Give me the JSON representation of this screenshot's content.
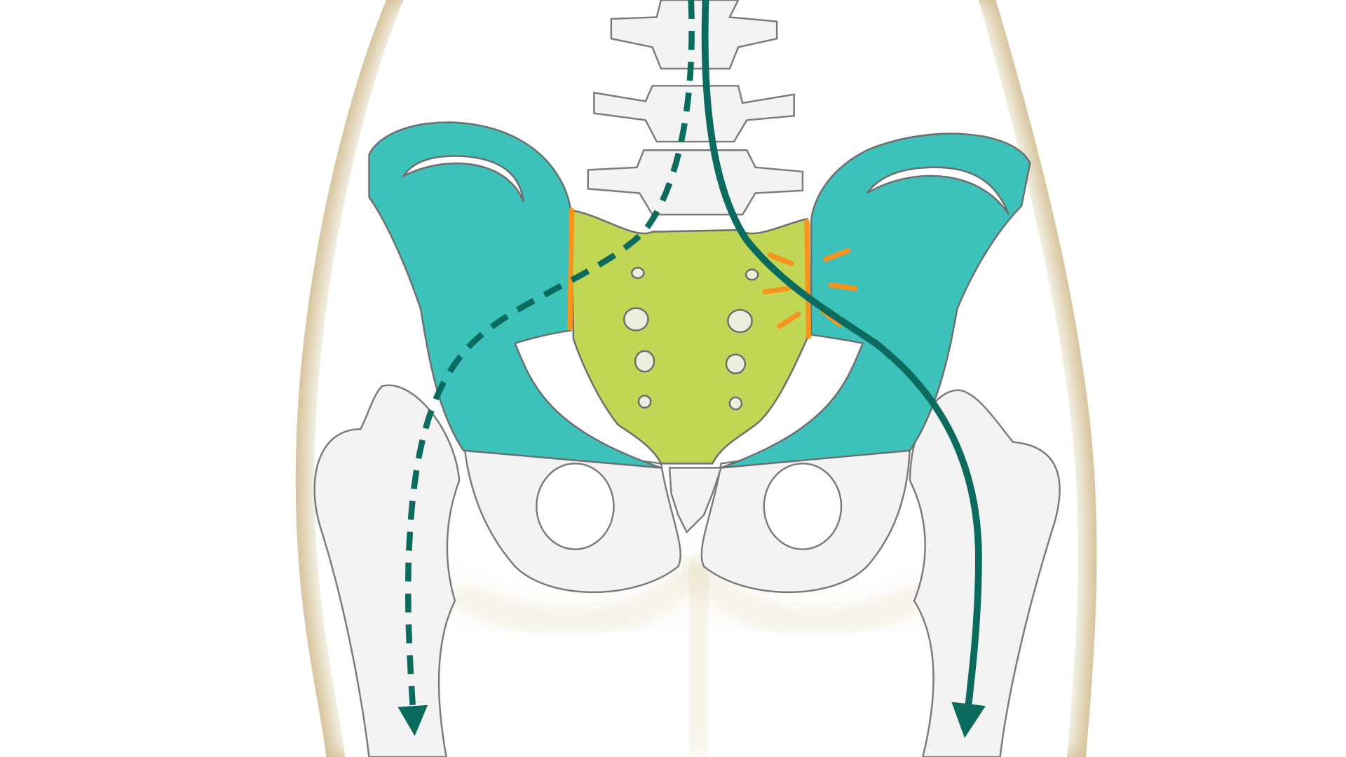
{
  "colors": {
    "background": "#ffffff",
    "skin_edge": "#c8b07a",
    "bone": "#f3f3f3",
    "bone_outline": "#7a7a7a",
    "ilium": "#3cc1bb",
    "sacrum": "#c2d655",
    "joint_highlight": "#f7941d",
    "pain_path": "#0b6b5e"
  },
  "illustration": {
    "subject": "pelvis-posterior-view",
    "paths": [
      {
        "style": "dashed",
        "side": "left"
      },
      {
        "style": "solid",
        "side": "right"
      }
    ]
  }
}
